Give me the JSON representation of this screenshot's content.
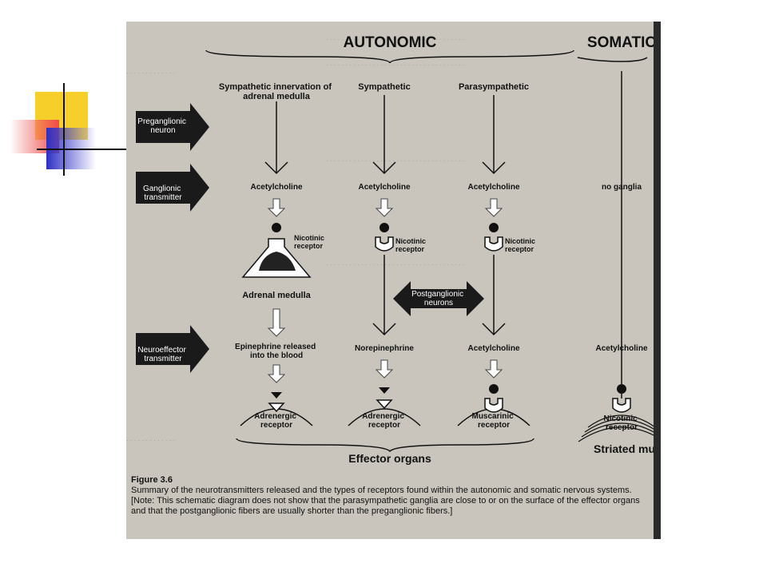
{
  "headers": {
    "autonomic": "AUTONOMIC",
    "somatic": "SOMATIC"
  },
  "columns": {
    "adrenal": "Sympathetic innervation of adrenal medulla",
    "sympathetic": "Sympathetic",
    "parasympathetic": "Parasympathetic"
  },
  "side_labels": {
    "preganglionic": "Preganglionic neuron",
    "ganglionic": "Ganglionic transmitter",
    "neuroeffector": "Neuroeffector transmitter"
  },
  "ganglion_row": {
    "adrenal": "Acetylcholine",
    "sympathetic": "Acetylcholine",
    "parasympathetic": "Acetylcholine",
    "somatic": "no ganglia"
  },
  "nicotinic_receptor": "Nicotinic receptor",
  "adrenal_medulla": "Adrenal medulla",
  "postganglionic": "Postganglionic neurons",
  "neuroeffector_row": {
    "adrenal": "Epinephrine released into the blood",
    "sympathetic": "Norepinephrine",
    "parasympathetic": "Acetylcholine",
    "somatic": "Acetylcholine"
  },
  "receptors": {
    "adrenergic": "Adrenergic receptor",
    "muscarinic": "Muscarinic receptor",
    "nicotinic": "Nicotinic receptor"
  },
  "effector_organs": "Effector organs",
  "striated_muscle": "Striated muscl",
  "figure": {
    "label": "Figure 3.6",
    "text": "Summary of the neurotransmitters released and the types of receptors found within the autonomic and somatic nervous systems. [Note: This schematic diagram does not show that the parasympathetic ganglia are close to or on the surface of the effector organs and that the postganglionic fibers are usually shorter than the preganglionic fibers.]"
  },
  "colors": {
    "page": "#c9c5bc",
    "ink": "#111111",
    "arrow": "#1a1a1a",
    "accent_yellow": "#f7cf2a",
    "accent_red": "#ef4a4a",
    "accent_blue": "#2e2fc3"
  }
}
